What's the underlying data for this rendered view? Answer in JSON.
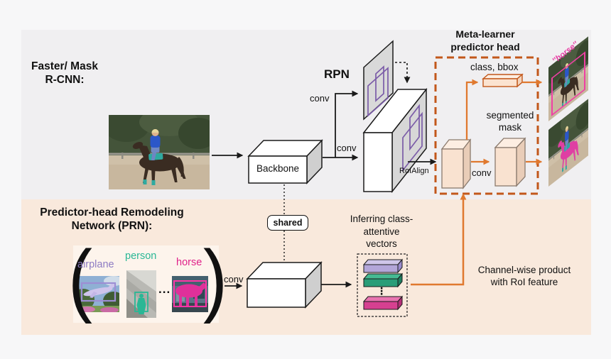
{
  "colors": {
    "panel_top_bg": "#f0eff1",
    "panel_bottom_bg": "#f9e9dc",
    "outer_bg": "#f7f7f8",
    "accent_orange": "#e0792f",
    "accent_orange_dark": "#c2571a",
    "peach_box_fill": "#f9e2d0",
    "purple": "#8e7cc3",
    "teal": "#2ab795",
    "pink": "#e0218a",
    "plane_gray": "#d9d9d9"
  },
  "faster_rcnn": {
    "title_line1": "Faster/ Mask",
    "title_line2": "R-CNN:",
    "backbone_label": "Backbone",
    "rpn_label": "RPN",
    "conv_label": "conv",
    "roialign_label": "RoIAlign"
  },
  "meta_head": {
    "title_line1": "Meta-learner",
    "title_line2": "predictor head",
    "class_bbox_label": "class, bbox",
    "segmented_line1": "segmented",
    "segmented_line2": "mask",
    "conv_label": "conv",
    "output_class_label": "''horse''"
  },
  "prn": {
    "title_line1": "Predictor-head Remodeling",
    "title_line2": "Network (PRN):",
    "shared_label": "shared",
    "conv_label": "conv",
    "paren_open": "(",
    "paren_close": ")",
    "support_set": [
      {
        "label": "airplane",
        "color": "#8e7cc3"
      },
      {
        "label": "person",
        "color": "#2ab795"
      },
      {
        "label": "horse",
        "color": "#e0218a"
      }
    ],
    "support_ellipsis": "...",
    "inferring_line1": "Inferring class-",
    "inferring_line2": "attentive",
    "inferring_line3": "vectors",
    "vector_ellipsis": "⋮",
    "channel_line1": "Channel-wise product",
    "channel_line2": "with RoI feature"
  }
}
